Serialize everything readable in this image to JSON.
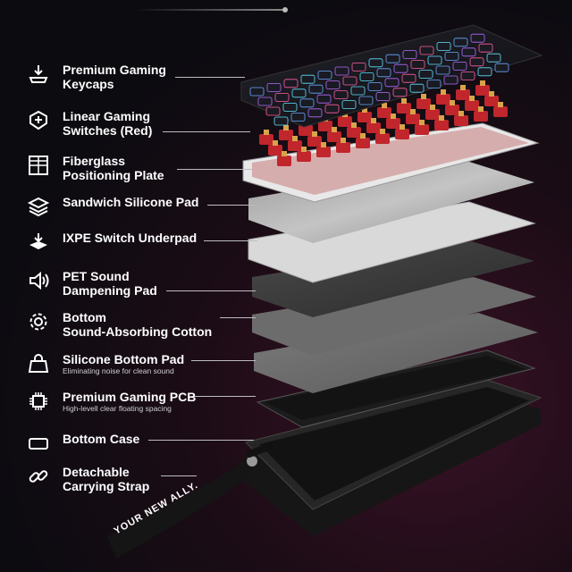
{
  "layers": [
    {
      "icon": "keycap-press-icon",
      "title_lines": [
        "Premium Gaming",
        "Keycaps"
      ],
      "subtitle": ""
    },
    {
      "icon": "switch-icon",
      "title_lines": [
        "Linear Gaming",
        "Switches (Red)"
      ],
      "subtitle": ""
    },
    {
      "icon": "plate-grid-icon",
      "title_lines": [
        "Fiberglass",
        "Positioning Plate"
      ],
      "subtitle": ""
    },
    {
      "icon": "stack-layers-icon",
      "title_lines": [
        "Sandwich Silicone Pad"
      ],
      "subtitle": ""
    },
    {
      "icon": "underpad-icon",
      "title_lines": [
        "IXPE Switch Underpad"
      ],
      "subtitle": ""
    },
    {
      "icon": "speaker-sound-icon",
      "title_lines": [
        "PET Sound",
        "Dampening Pad"
      ],
      "subtitle": ""
    },
    {
      "icon": "gear-icon",
      "title_lines": [
        "Bottom",
        "Sound-Absorbing Cotton"
      ],
      "subtitle": ""
    },
    {
      "icon": "bag-icon",
      "title_lines": [
        "Silicone Bottom Pad"
      ],
      "subtitle": "Eliminating noise for clean sound"
    },
    {
      "icon": "chip-icon",
      "title_lines": [
        "Premium Gaming PCB"
      ],
      "subtitle": "High-levell clear floating spacing"
    },
    {
      "icon": "case-icon",
      "title_lines": [
        "Bottom Case"
      ],
      "subtitle": ""
    },
    {
      "icon": "chain-link-icon",
      "title_lines": [
        "Detachable",
        "Carrying Strap"
      ],
      "subtitle": ""
    }
  ],
  "strap_text": "YOUR NEW ALLY."
}
